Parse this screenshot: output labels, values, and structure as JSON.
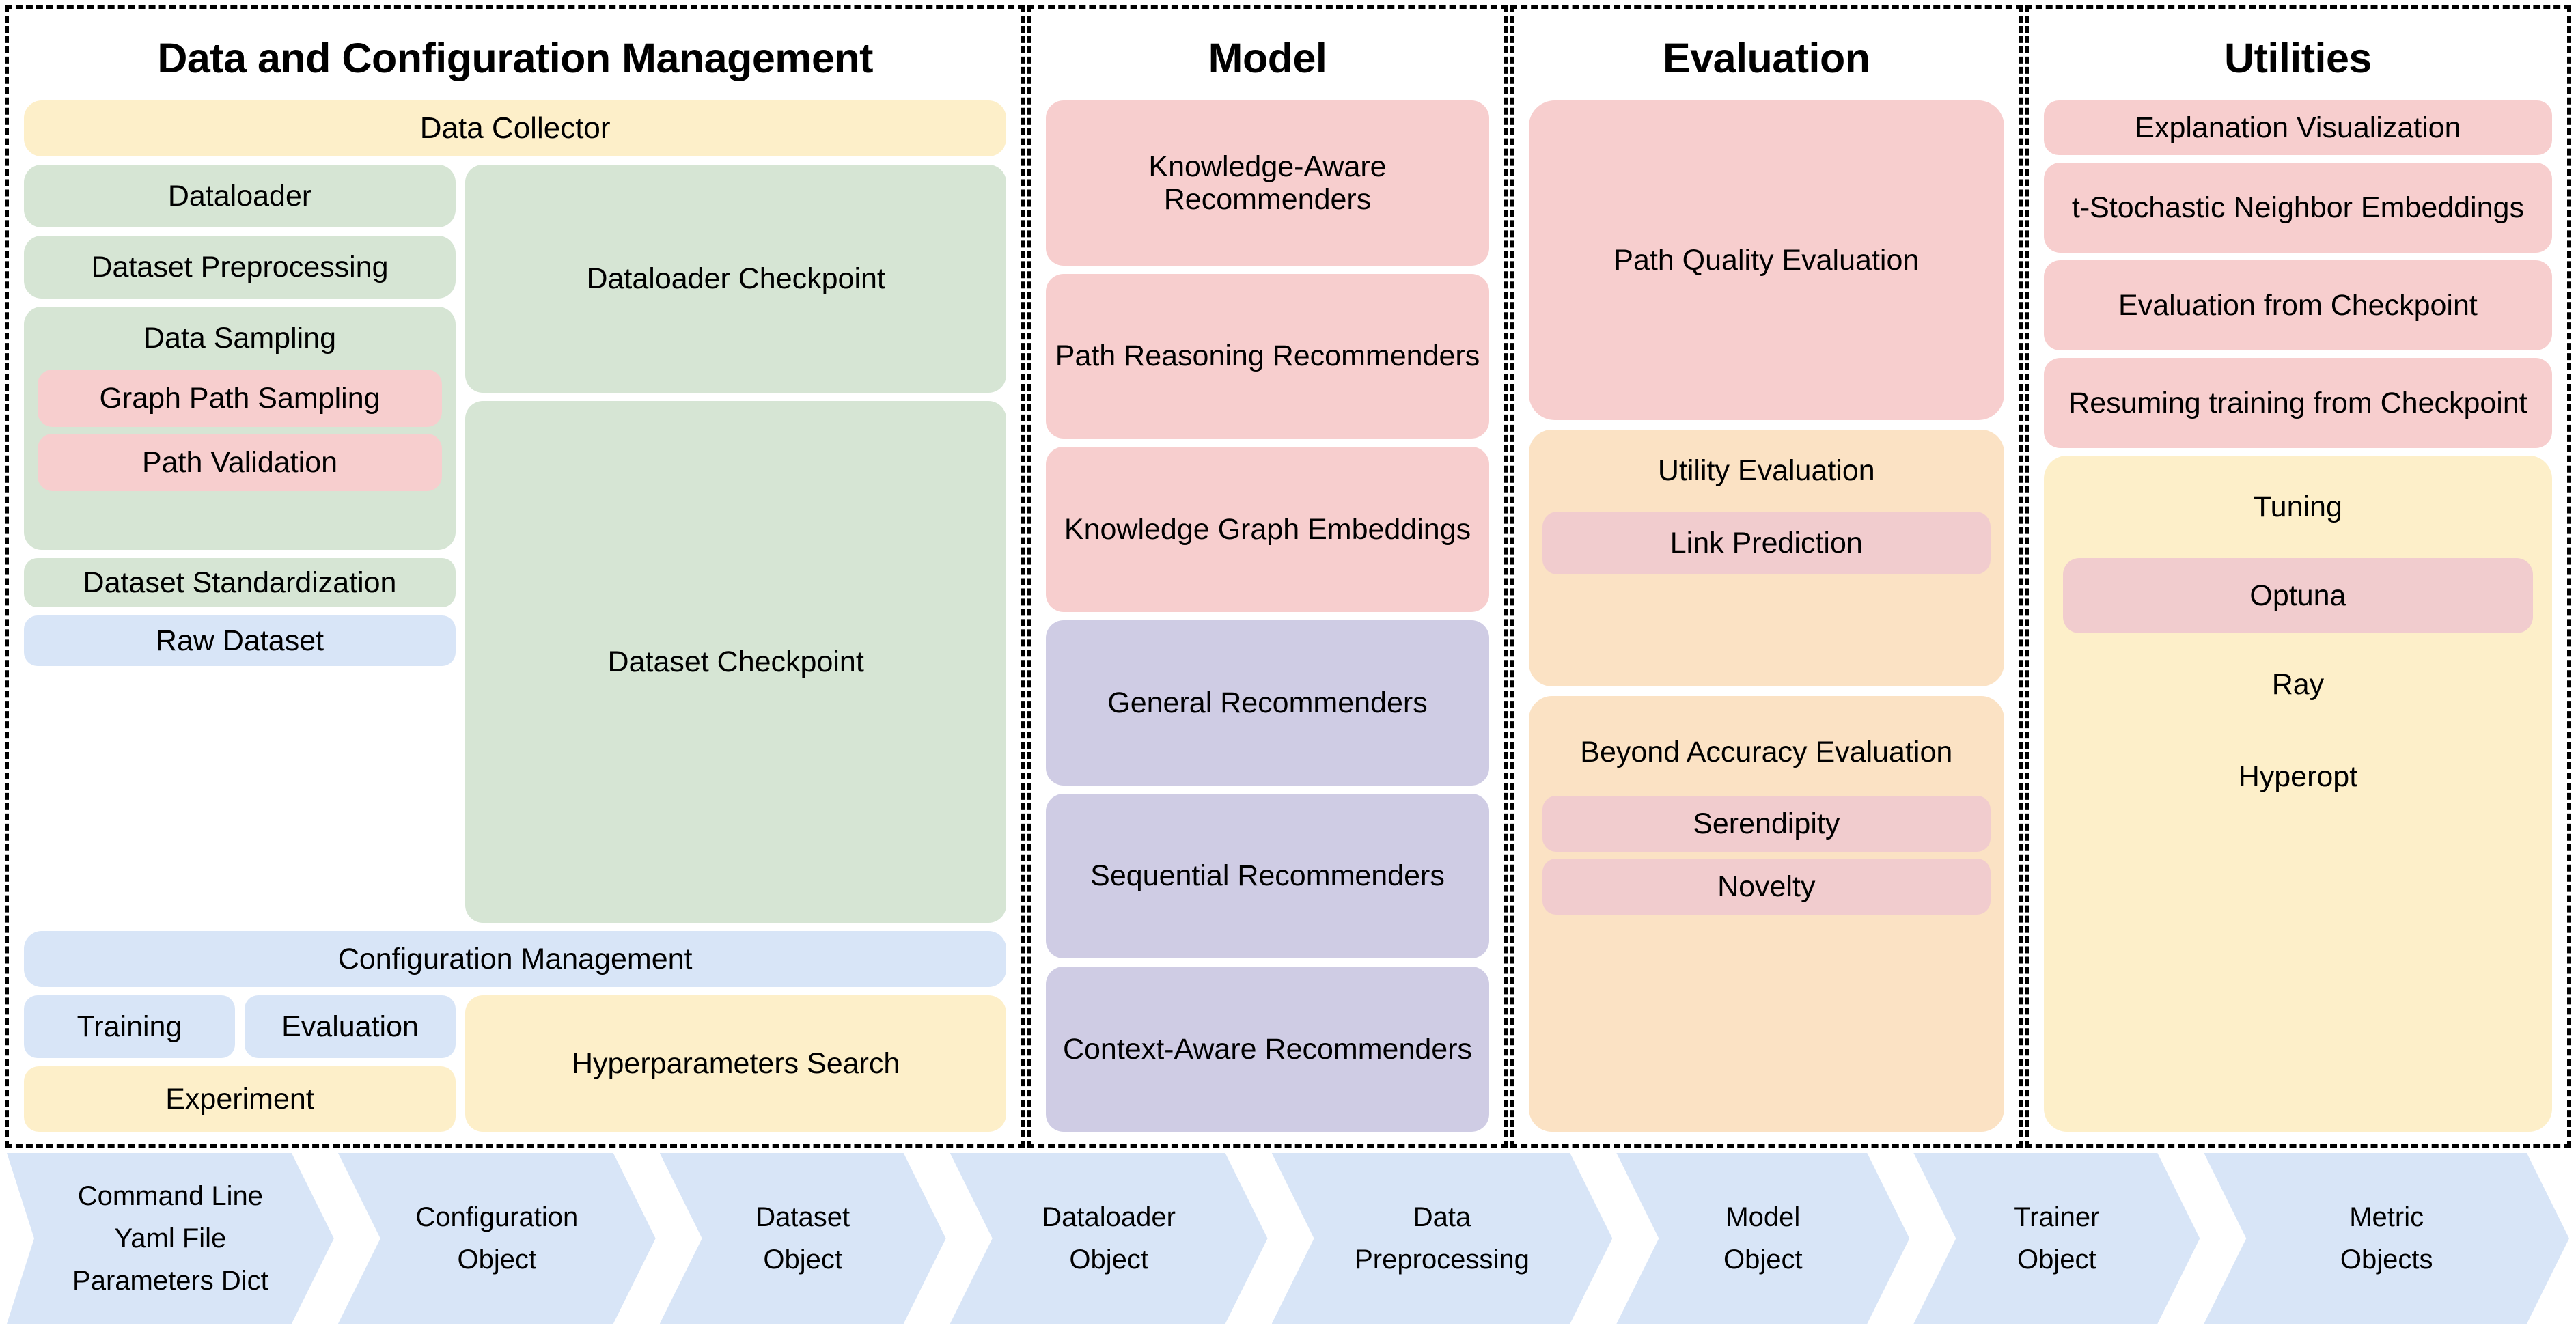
{
  "colors": {
    "yellow": "#FDEFC9",
    "green": "#D6E5D4",
    "pink": "#F7CECE",
    "blue": "#D8E5F7",
    "purple": "#CFCCE4",
    "peach": "#FBE2C4",
    "pink_alt": "#F1CCCE",
    "border": "#000000"
  },
  "panels": {
    "data_config": {
      "title": "Data and Configuration Management",
      "data_collector": "Data Collector",
      "dataloader": "Dataloader",
      "dataset_preprocessing": "Dataset Preprocessing",
      "data_sampling": {
        "label": "Data Sampling",
        "children": [
          "Graph Path Sampling",
          "Path Validation"
        ]
      },
      "dataset_standardization": "Dataset Standardization",
      "raw_dataset": "Raw Dataset",
      "dataloader_checkpoint": "Dataloader Checkpoint",
      "dataset_checkpoint": "Dataset Checkpoint",
      "configuration_management": "Configuration Management",
      "training": "Training",
      "evaluation": "Evaluation",
      "experiment": "Experiment",
      "hyperparameters_search": "Hyperparameters Search"
    },
    "model": {
      "title": "Model",
      "items": [
        {
          "label": "Knowledge-Aware Recommenders",
          "color": "pink"
        },
        {
          "label": "Path Reasoning Recommenders",
          "color": "pink"
        },
        {
          "label": "Knowledge Graph Embeddings",
          "color": "pink"
        },
        {
          "label": "General Recommenders",
          "color": "purple"
        },
        {
          "label": "Sequential Recommenders",
          "color": "purple"
        },
        {
          "label": "Context-Aware Recommenders",
          "color": "purple"
        }
      ]
    },
    "evaluation": {
      "title": "Evaluation",
      "path_quality": "Path Quality Evaluation",
      "utility": {
        "label": "Utility Evaluation",
        "children": [
          "Link Prediction"
        ]
      },
      "beyond_accuracy": {
        "label": "Beyond Accuracy Evaluation",
        "children": [
          "Serendipity",
          "Novelty"
        ]
      }
    },
    "utilities": {
      "title": "Utilities",
      "items": [
        "Explanation Visualization",
        "t-Stochastic Neighbor Embeddings",
        "Evaluation from Checkpoint",
        "Resuming training from Checkpoint"
      ],
      "tuning": {
        "label": "Tuning",
        "optuna": "Optuna",
        "ray": "Ray",
        "hyperopt": "Hyperopt"
      }
    }
  },
  "pipeline": {
    "steps": [
      {
        "lines": [
          "Command Line",
          "Yaml File",
          "Parameters Dict"
        ]
      },
      {
        "lines": [
          "Configuration",
          "Object"
        ]
      },
      {
        "lines": [
          "Dataset",
          "Object"
        ]
      },
      {
        "lines": [
          "Dataloader",
          "Object"
        ]
      },
      {
        "lines": [
          "Data",
          "Preprocessing"
        ]
      },
      {
        "lines": [
          "Model",
          "Object"
        ]
      },
      {
        "lines": [
          "Trainer",
          "Object"
        ]
      },
      {
        "lines": [
          "Metric",
          "Objects"
        ]
      }
    ]
  }
}
